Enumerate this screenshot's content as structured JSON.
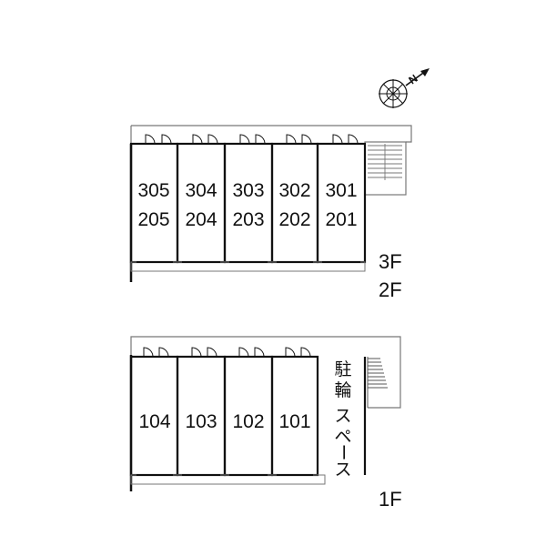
{
  "compass": {
    "label": "N"
  },
  "upper_block": {
    "units": [
      {
        "upper": "305",
        "lower": "205"
      },
      {
        "upper": "304",
        "lower": "204"
      },
      {
        "upper": "303",
        "lower": "203"
      },
      {
        "upper": "302",
        "lower": "202"
      },
      {
        "upper": "301",
        "lower": "201"
      }
    ],
    "floor_labels": [
      "3F",
      "2F"
    ]
  },
  "lower_block": {
    "units": [
      "104",
      "103",
      "102",
      "101"
    ],
    "bicycle_space_chars": [
      "駐",
      "輪",
      "ス",
      "ペ",
      "ー",
      "ス"
    ],
    "floor_label": "1F"
  },
  "colors": {
    "line": "#111111",
    "thin": "#555555",
    "background": "#ffffff"
  }
}
